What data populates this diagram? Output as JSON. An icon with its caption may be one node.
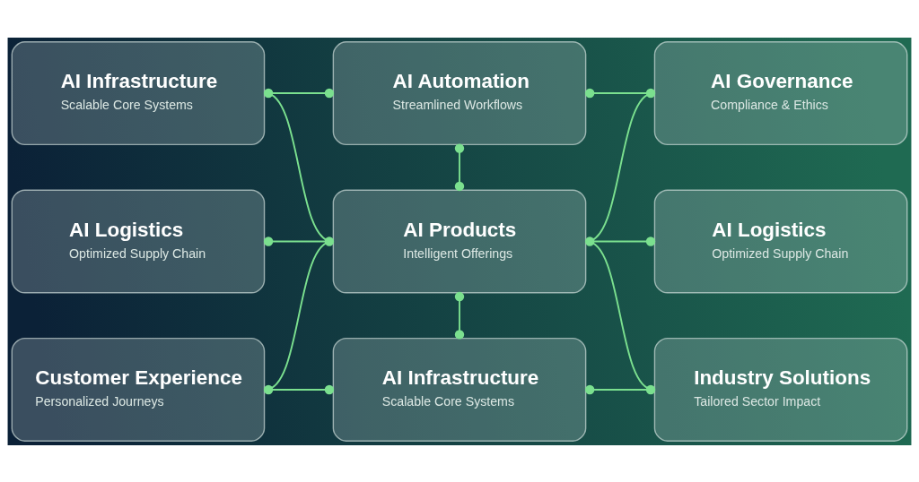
{
  "diagram": {
    "nodes": [
      {
        "text": [
          "AI Infrastructure",
          "Scalable Core Systems"
        ]
      },
      {
        "text": [
          "AI Automation",
          "Streamlined Workflows"
        ]
      },
      {
        "text": [
          "AI Governance",
          "Compliance & Ethics"
        ]
      },
      {
        "text": [
          "AI Logistics",
          "Optimized Supply Chain"
        ]
      },
      {
        "text": [
          "AI Products",
          "Intelligent Offerings"
        ]
      },
      {
        "text": [
          "AI Logistics",
          "Optimized Supply Chain"
        ]
      },
      {
        "text": [
          "Customer Experience",
          "Personalized Journeys"
        ]
      },
      {
        "text": [
          "AI Infrastructure",
          "Scalable Core Systems"
        ]
      },
      {
        "text": [
          "Industry Solutions",
          "Tailored Sector Impact"
        ]
      }
    ],
    "edges": [
      {
        "from": 0,
        "to": 1,
        "arrow": "other"
      },
      {
        "from": 0,
        "to": 4,
        "arrow": "none"
      },
      {
        "from": 1,
        "to": 2,
        "arrow": "other"
      },
      {
        "from": 1,
        "to": 4,
        "arrow": "other"
      },
      {
        "from": 2,
        "to": 4,
        "arrow": "none"
      },
      {
        "from": 3,
        "to": 4,
        "arrow": "other"
      },
      {
        "from": 4,
        "to": 5,
        "arrow": "other"
      },
      {
        "from": 4,
        "to": 6,
        "arrow": "none"
      },
      {
        "from": 4,
        "to": 7,
        "arrow": "other"
      },
      {
        "from": 4,
        "to": 8,
        "arrow": "none"
      },
      {
        "from": 6,
        "to": 7,
        "arrow": "other"
      },
      {
        "from": 7,
        "to": 8,
        "arrow": "other"
      }
    ]
  }
}
